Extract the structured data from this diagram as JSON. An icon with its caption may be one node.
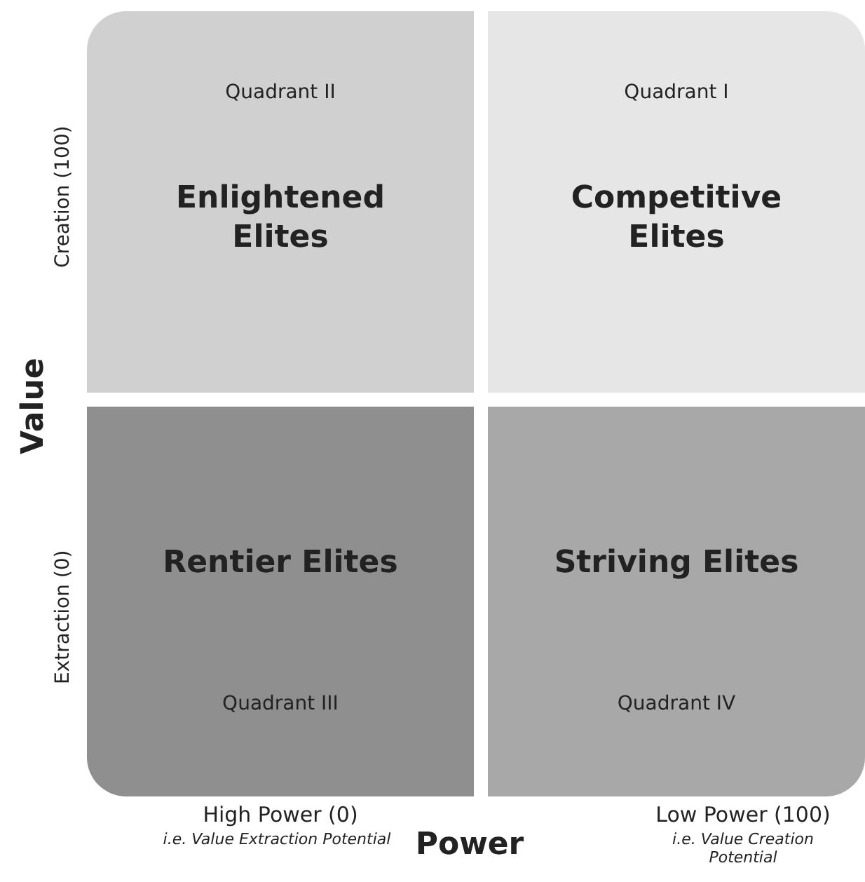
{
  "diagram": {
    "nodes": [
      {
        "text": [
          "Quadrant II",
          "Enlightened Elites"
        ]
      },
      {
        "text": [
          "Quadrant I",
          "Competitive Elites"
        ]
      },
      {
        "text": [
          "Rentier Elites",
          "Quadrant III"
        ]
      },
      {
        "text": [
          "Striving Elites",
          "Quadrant IV"
        ]
      }
    ],
    "labels": [
      "Creation (100)",
      "Value",
      "Extraction (0)",
      "High Power (0)",
      "i.e. Value Extraction Potential",
      "Power",
      "Low Power (100)",
      "i.e. Value Creation Potential"
    ]
  }
}
